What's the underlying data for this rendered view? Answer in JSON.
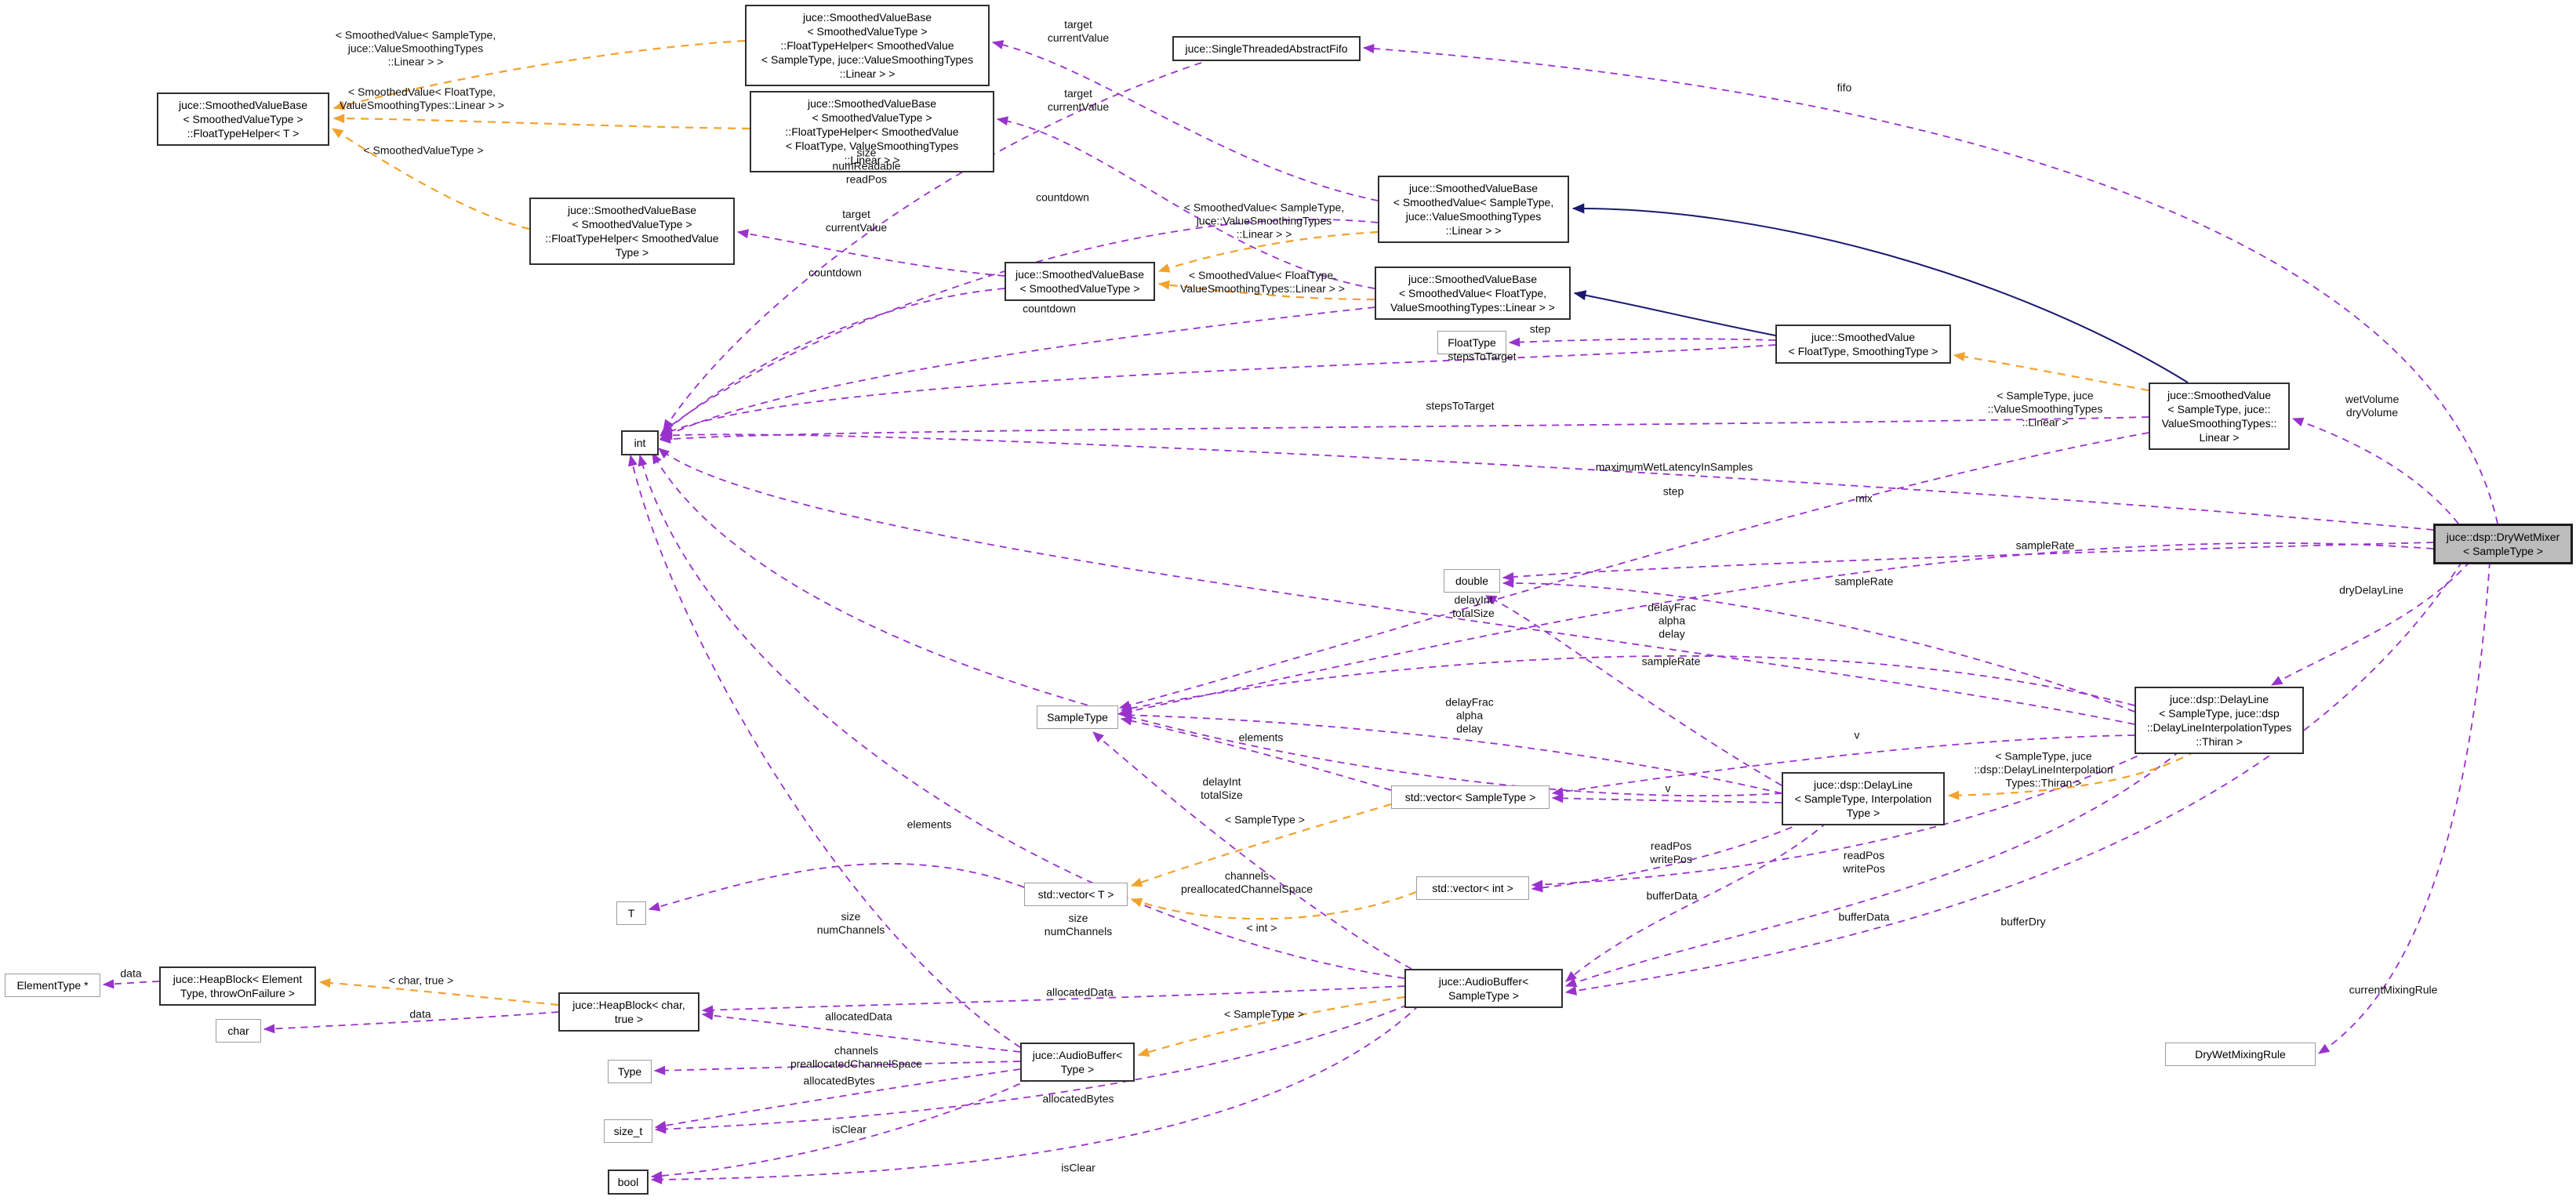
{
  "diagram": {
    "kind": "doxygen-collaboration-graph",
    "colors": {
      "usage_edge": "#9932CC",
      "template_edge": "#F2A22B",
      "inheritance_edge": "#191970",
      "highlight_node_fill": "#BCBCBC"
    },
    "nodes": {
      "fth_t": {
        "label": "juce::SmoothedValueBase\n< SmoothedValueType >\n::FloatTypeHelper< T >"
      },
      "fth_sv_sample": {
        "label": "juce::SmoothedValueBase\n< SmoothedValueType >\n::FloatTypeHelper< SmoothedValue\n< SampleType, juce::ValueSmoothingTypes\n::Linear > >"
      },
      "fth_sv_float": {
        "label": "juce::SmoothedValueBase\n< SmoothedValueType >\n::FloatTypeHelper< SmoothedValue\n< FloatType, ValueSmoothingTypes\n::Linear > >"
      },
      "fth_svt": {
        "label": "juce::SmoothedValueBase\n< SmoothedValueType >\n::FloatTypeHelper< SmoothedValue\nType >"
      },
      "fifo": {
        "label": "juce::SingleThreadedAbstractFifo"
      },
      "svb_sample": {
        "label": "juce::SmoothedValueBase\n< SmoothedValue< SampleType,\njuce::ValueSmoothingTypes\n::Linear > >"
      },
      "svb_generic": {
        "label": "juce::SmoothedValueBase\n< SmoothedValueType >"
      },
      "svb_float": {
        "label": "juce::SmoothedValueBase\n< SmoothedValue< FloatType,\nValueSmoothingTypes::Linear > >"
      },
      "floattype": {
        "label": "FloatType"
      },
      "sv_float": {
        "label": "juce::SmoothedValue\n< FloatType, SmoothingType >"
      },
      "sv_sample": {
        "label": "juce::SmoothedValue\n< SampleType, juce::\nValueSmoothingTypes::\nLinear >"
      },
      "drywetmixer": {
        "label": "juce::dsp::DryWetMixer\n< SampleType >"
      },
      "double": {
        "label": "double"
      },
      "sampletype": {
        "label": "SampleType"
      },
      "vec_sample": {
        "label": "std::vector< SampleType >"
      },
      "delayline_generic": {
        "label": "juce::dsp::DelayLine\n< SampleType, Interpolation\nType >"
      },
      "delayline_thiran": {
        "label": "juce::dsp::DelayLine\n< SampleType, juce::dsp\n::DelayLineInterpolationTypes\n::Thiran >"
      },
      "vec_t": {
        "label": "std::vector< T >"
      },
      "vec_int": {
        "label": "std::vector< int >"
      },
      "t": {
        "label": "T"
      },
      "audiobuffer_sample": {
        "label": "juce::AudioBuffer<\nSampleType >"
      },
      "audiobuffer_type": {
        "label": "juce::AudioBuffer<\nType >"
      },
      "heapblock_char": {
        "label": "juce::HeapBlock< char,\ntrue >"
      },
      "heapblock_elem": {
        "label": "juce::HeapBlock< Element\nType, throwOnFailure >"
      },
      "elementtype": {
        "label": "ElementType *"
      },
      "char": {
        "label": "char"
      },
      "type": {
        "label": "Type"
      },
      "sizet": {
        "label": "size_t"
      },
      "bool": {
        "label": "bool"
      },
      "int": {
        "label": "int"
      },
      "dwmr": {
        "label": "DryWetMixingRule"
      }
    },
    "edge_labels": {
      "tcv1": {
        "text": "target\ncurrentValue"
      },
      "tcv2": {
        "text": "target\ncurrentValue"
      },
      "tcv3": {
        "text": "target\ncurrentValue"
      },
      "fifo_members": {
        "text": "size\nnumReadable\nreadPos"
      },
      "cnt1": {
        "text": "countdown"
      },
      "cnt2": {
        "text": "countdown"
      },
      "cnt3": {
        "text": "countdown"
      },
      "t_outer_sample": {
        "text": "< SmoothedValue< SampleType,\njuce::ValueSmoothingTypes\n::Linear > >"
      },
      "t_outer_float": {
        "text": "< SmoothedValue< FloatType,\nValueSmoothingTypes::Linear > >"
      },
      "t_svt": {
        "text": "< SmoothedValueType >"
      },
      "t_inner_sample": {
        "text": "< SmoothedValue< SampleType,\njuce::ValueSmoothingTypes\n::Linear > >"
      },
      "t_inner_float": {
        "text": "< SmoothedValue< FloatType,\nValueSmoothingTypes::Linear > >"
      },
      "step1": {
        "text": "step"
      },
      "step2": {
        "text": "step"
      },
      "steps1": {
        "text": "stepsToTarget"
      },
      "steps2": {
        "text": "stepsToTarget"
      },
      "t_linear": {
        "text": "< SampleType, juce\n::ValueSmoothingTypes\n::Linear >"
      },
      "wetdry": {
        "text": "wetVolume\ndryVolume"
      },
      "fifo": {
        "text": "fifo"
      },
      "maxwet": {
        "text": "maximumWetLatencyInSamples"
      },
      "mix": {
        "text": "mix"
      },
      "samplerate1": {
        "text": "sampleRate"
      },
      "samplerate2": {
        "text": "sampleRate"
      },
      "samplerate3": {
        "text": "sampleRate"
      },
      "delayint1": {
        "text": "delayInt\ntotalSize"
      },
      "delayint2": {
        "text": "delayInt\ntotalSize"
      },
      "delayfrac1": {
        "text": "delayFrac\nalpha\ndelay"
      },
      "delayfrac2": {
        "text": "delayFrac\nalpha\ndelay"
      },
      "drydelay": {
        "text": "dryDelayLine"
      },
      "elements1": {
        "text": "elements"
      },
      "elements2": {
        "text": "elements"
      },
      "v1": {
        "text": "v"
      },
      "v2": {
        "text": "v"
      },
      "t_vec_sample": {
        "text": "< SampleType >"
      },
      "t_vec_int": {
        "text": "< int >"
      },
      "t_thiran": {
        "text": "< SampleType, juce\n::dsp::DelayLineInterpolation\nTypes::Thiran >"
      },
      "readpos1": {
        "text": "readPos\nwritePos"
      },
      "readpos2": {
        "text": "readPos\nwritePos"
      },
      "channels1": {
        "text": "channels\npreallocatedChannelSpace"
      },
      "channels2": {
        "text": "channels\npreallocatedChannelSpace"
      },
      "sizenum1": {
        "text": "size\nnumChannels"
      },
      "sizenum2": {
        "text": "size\nnumChannels"
      },
      "bufferdata1": {
        "text": "bufferData"
      },
      "bufferdata2": {
        "text": "bufferData"
      },
      "bufferdry": {
        "text": "bufferDry"
      },
      "allocdata1": {
        "text": "allocatedData"
      },
      "allocdata2": {
        "text": "allocatedData"
      },
      "t_ab_sample": {
        "text": "< SampleType >"
      },
      "data1": {
        "text": "data"
      },
      "data2": {
        "text": "data"
      },
      "t_hb": {
        "text": "< char, true >"
      },
      "allocbytes1": {
        "text": "allocatedBytes"
      },
      "allocbytes2": {
        "text": "allocatedBytes"
      },
      "isclear1": {
        "text": "isClear"
      },
      "isclear2": {
        "text": "isClear"
      },
      "currmix": {
        "text": "currentMixingRule"
      }
    }
  }
}
